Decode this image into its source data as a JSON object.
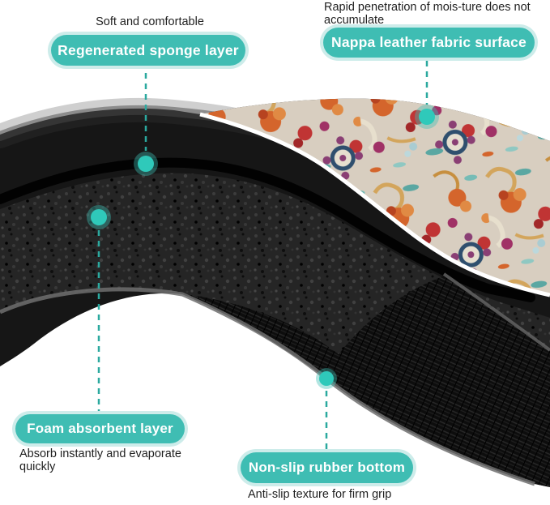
{
  "title": "Mat layer construction diagram",
  "callouts": {
    "sponge": {
      "note": "Soft and comfortable",
      "label": "Regenerated sponge layer"
    },
    "nappa": {
      "note": "Rapid penetration of mois-ture does not accumulate",
      "label": "Nappa leather fabric surface"
    },
    "foam": {
      "label": "Foam absorbent layer",
      "note": "Absorb instantly and evaporate quickly"
    },
    "rubber": {
      "label": "Non-slip rubber bottom",
      "note": "Anti-slip texture for firm grip"
    }
  },
  "icons": {
    "marker": "layer-point-dot-icon",
    "leader": "dashed-leader-line"
  },
  "colors": {
    "accent_teal": "#3fbdb3",
    "marker_dot": "#2fc9ba",
    "pill_glow": "#cdecea",
    "pill_text": "#ffffff",
    "note_text": "#1f1f1f",
    "mat_black": "#161616",
    "edge_highlight_gray": "#6f6f6f",
    "rug_edge_white": "#ffffff",
    "rug_base_cream": "#d8cec0",
    "rug_orange": "#d4652c",
    "rug_red": "#c03434",
    "rug_magenta": "#a03166",
    "rug_teal": "#5aa7a2",
    "rug_navy": "#2f4f6e",
    "rug_gold": "#d3a55c"
  }
}
